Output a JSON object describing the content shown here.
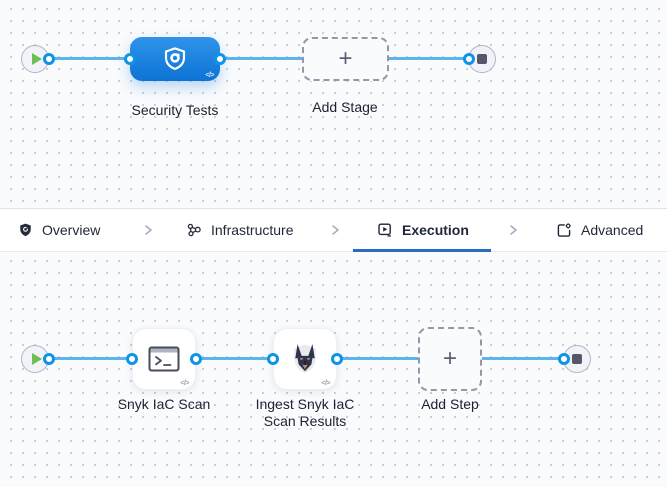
{
  "stage_flow": {
    "stage_node": {
      "label": "Security Tests",
      "code_badge": "</>"
    },
    "add_stage": {
      "label": "Add Stage",
      "plus": "+"
    }
  },
  "tab_bar": {
    "tabs": [
      {
        "label": "Overview",
        "active": false
      },
      {
        "label": "Infrastructure",
        "active": false
      },
      {
        "label": "Execution",
        "active": true
      },
      {
        "label": "Advanced",
        "active": false
      }
    ]
  },
  "step_flow": {
    "steps": [
      {
        "label": "Snyk IaC Scan",
        "code_badge": "</>"
      },
      {
        "label": "Ingest Snyk IaC Scan Results",
        "code_badge": "</>"
      }
    ],
    "add_step": {
      "label": "Add Step",
      "plus": "+"
    }
  },
  "colors": {
    "connector_line": "#5db4ed",
    "connector_ring": "#0f93e6",
    "stage_node_blue": "#0d74d6",
    "active_tab_underline": "#2b6ac3",
    "play_green": "#6fbe55"
  }
}
